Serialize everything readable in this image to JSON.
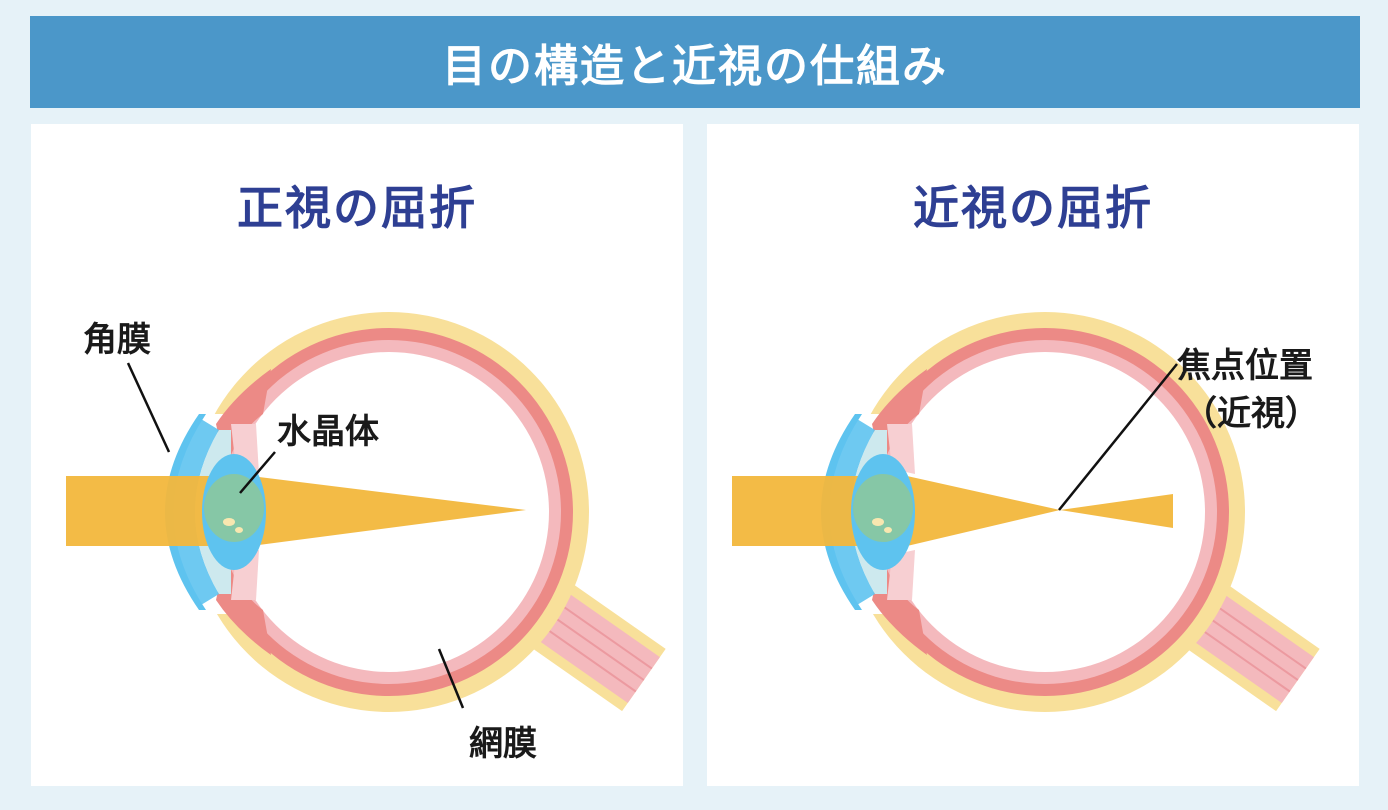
{
  "title": "目の構造と近視の仕組み",
  "colors": {
    "banner": "#4b97c9",
    "panel_title": "#2e3f93",
    "light_beam": "#f2b73c",
    "sclera": "#f8e09a",
    "choroid": "#ec8a86",
    "retina": "#f4b9bd",
    "cornea": "#5ec3ef",
    "lens": "#7fc4a0",
    "background": "#e6f2f8"
  },
  "panels": [
    {
      "title": "正視の屈折",
      "labels": {
        "cornea": "角膜",
        "lens": "水晶体",
        "retina": "網膜"
      }
    },
    {
      "title": "近視の屈折",
      "labels": {
        "focal_point_line1": "焦点位置",
        "focal_point_line2": "（近視）"
      }
    }
  ]
}
